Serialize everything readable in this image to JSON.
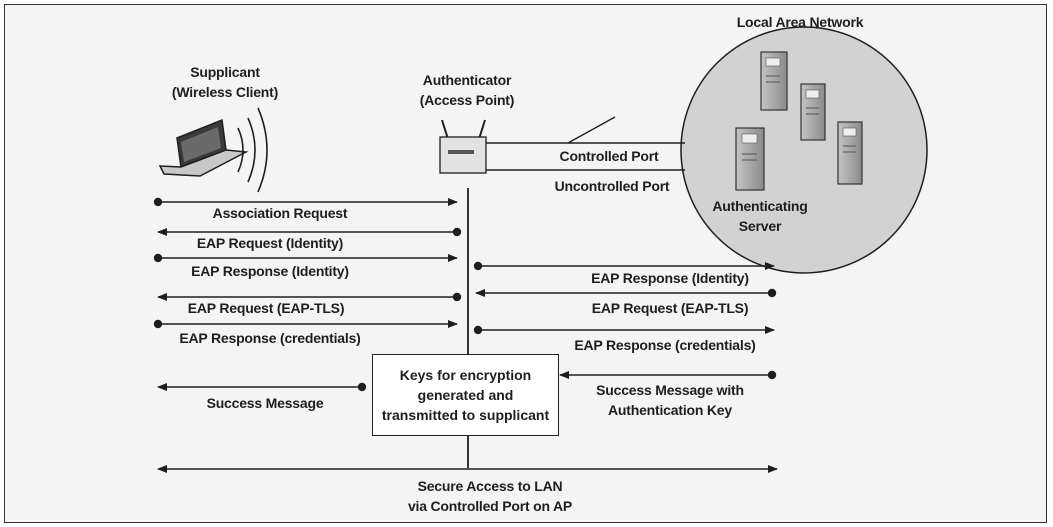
{
  "nodes": {
    "lan": "Local Area Network",
    "supplicant": "Supplicant\n(Wireless Client)",
    "authenticator": "Authenticator\n(Access Point)",
    "controlled_port": "Controlled Port",
    "uncontrolled_port": "Uncontrolled Port",
    "auth_server": "Authenticating\nServer"
  },
  "left_messages": {
    "m1": "Association Request",
    "m2": "EAP Request (Identity)",
    "m3": "EAP Response (Identity)",
    "m4": "EAP Request (EAP-TLS)",
    "m5": "EAP Response (credentials)",
    "m6": "Success Message"
  },
  "right_messages": {
    "m1": "EAP Response (Identity)",
    "m2": "EAP Request (EAP-TLS)",
    "m3": "EAP Response (credentials)",
    "m4": "Success Message with\nAuthentication Key"
  },
  "keys_box": "Keys for encryption\ngenerated and\ntransmitted to supplicant",
  "secure_access": "Secure Access to LAN\nvia Controlled Port on AP",
  "colors": {
    "line": "#1e1e1e",
    "circle_fill": "#d2d2d2",
    "server_fill": "#a0a0a0",
    "background": "#f4f4f4"
  }
}
